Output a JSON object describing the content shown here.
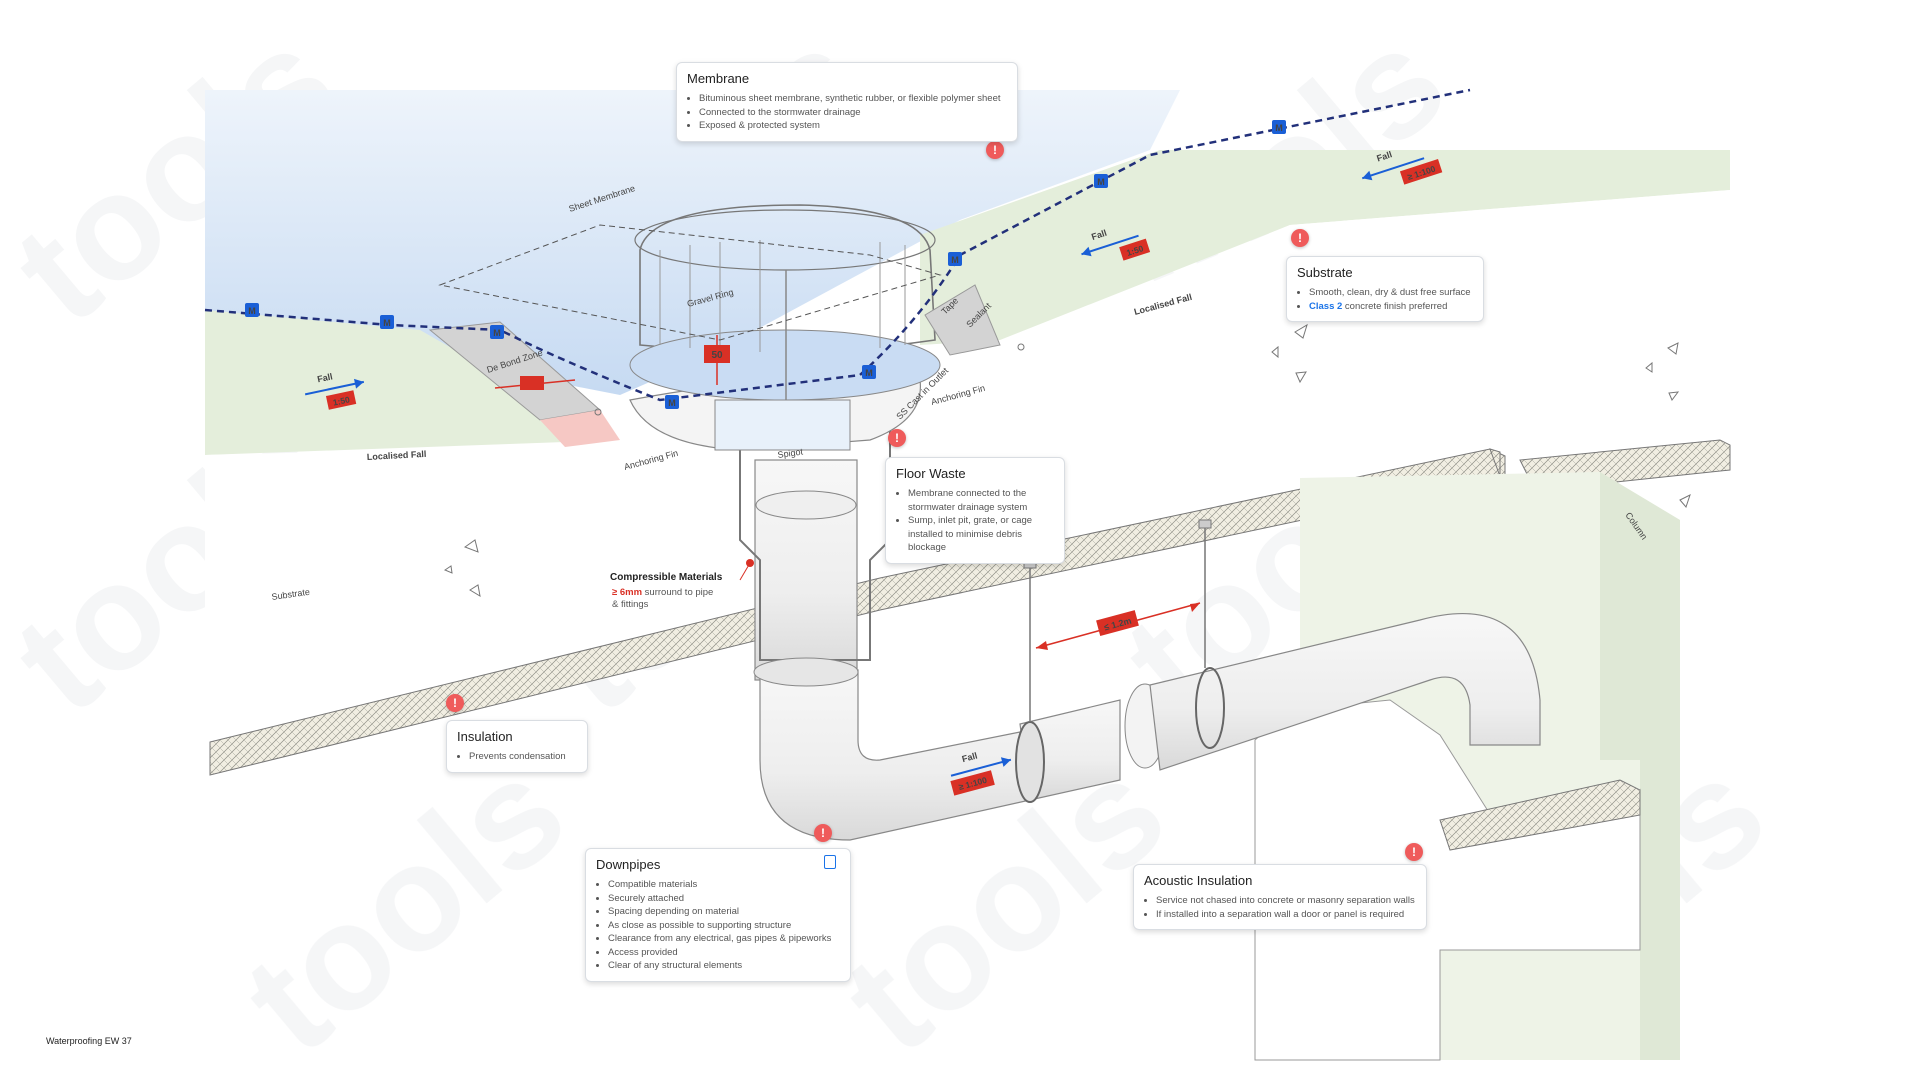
{
  "watermark": "tools",
  "footer": "Waterproofing EW 37",
  "labels": {
    "sheet_membrane": "Sheet Membrane",
    "gravel_ring": "Gravel Ring",
    "de_bond_zone": "De Bond Zone",
    "ss_cast_in_outlet": "SS Cast in Outlet",
    "tape": "Tape",
    "sealant": "Sealant",
    "anchoring_fin": "Anchoring\nFin",
    "anchoring_fin_right": "Anchoring\nFin",
    "spigot": "Spigot",
    "localised_fall_left": "Localised Fall",
    "localised_fall_right": "Localised Fall",
    "substrate": "Substrate",
    "column": "Column",
    "dim_50": "50",
    "dim_12m": "≤ 1.2m",
    "marker_m": "M"
  },
  "falls": [
    {
      "label": "Fall",
      "ratio": "1:50"
    },
    {
      "label": "Fall",
      "ratio": "1:50"
    },
    {
      "label": "Fall",
      "ratio": "≥ 1:100"
    },
    {
      "label": "Fall",
      "ratio": "≥ 1:100"
    }
  ],
  "callouts": {
    "membrane": {
      "title": "Membrane",
      "items": [
        "Bituminous sheet membrane, synthetic rubber, or flexible polymer sheet",
        "Connected to the stormwater drainage",
        "Exposed & protected system"
      ]
    },
    "substrate": {
      "title": "Substrate",
      "items": [
        "Smooth, clean, dry & dust free surface"
      ],
      "accent_prefix": "Class 2",
      "accent_rest": " concrete finish preferred"
    },
    "floor_waste": {
      "title": "Floor Waste",
      "items": [
        "Membrane connected to the stormwater drainage system",
        "Sump, inlet pit, grate, or cage installed to minimise debris blockage"
      ]
    },
    "compressible": {
      "title": "Compressible Materials",
      "highlight": "≥ 6mm",
      "rest": " surround to pipe & fittings"
    },
    "insulation": {
      "title": "Insulation",
      "items": [
        "Prevents condensation"
      ]
    },
    "downpipes": {
      "title": "Downpipes",
      "items": [
        "Compatible materials",
        "Securely attached",
        "Spacing depending on material",
        "As close as possible to supporting structure",
        "Clearance from any electrical, gas pipes & pipeworks",
        "Access provided",
        "Clear of any structural elements"
      ]
    },
    "acoustic": {
      "title": "Acoustic Insulation",
      "items": [
        "Service not chased into concrete or masonry separation walls",
        "If installed into a separation wall a door or panel is required"
      ]
    }
  },
  "colors": {
    "membrane_blue": "#c9dcf3",
    "green_floor": "#e4eedb",
    "marker_blue": "#1a5fd6",
    "dash_navy": "#22307a",
    "fall_red": "#d93025",
    "alert_red": "#ef5b5b",
    "accent_blue": "#1a73e8"
  },
  "alert_icon": "!"
}
